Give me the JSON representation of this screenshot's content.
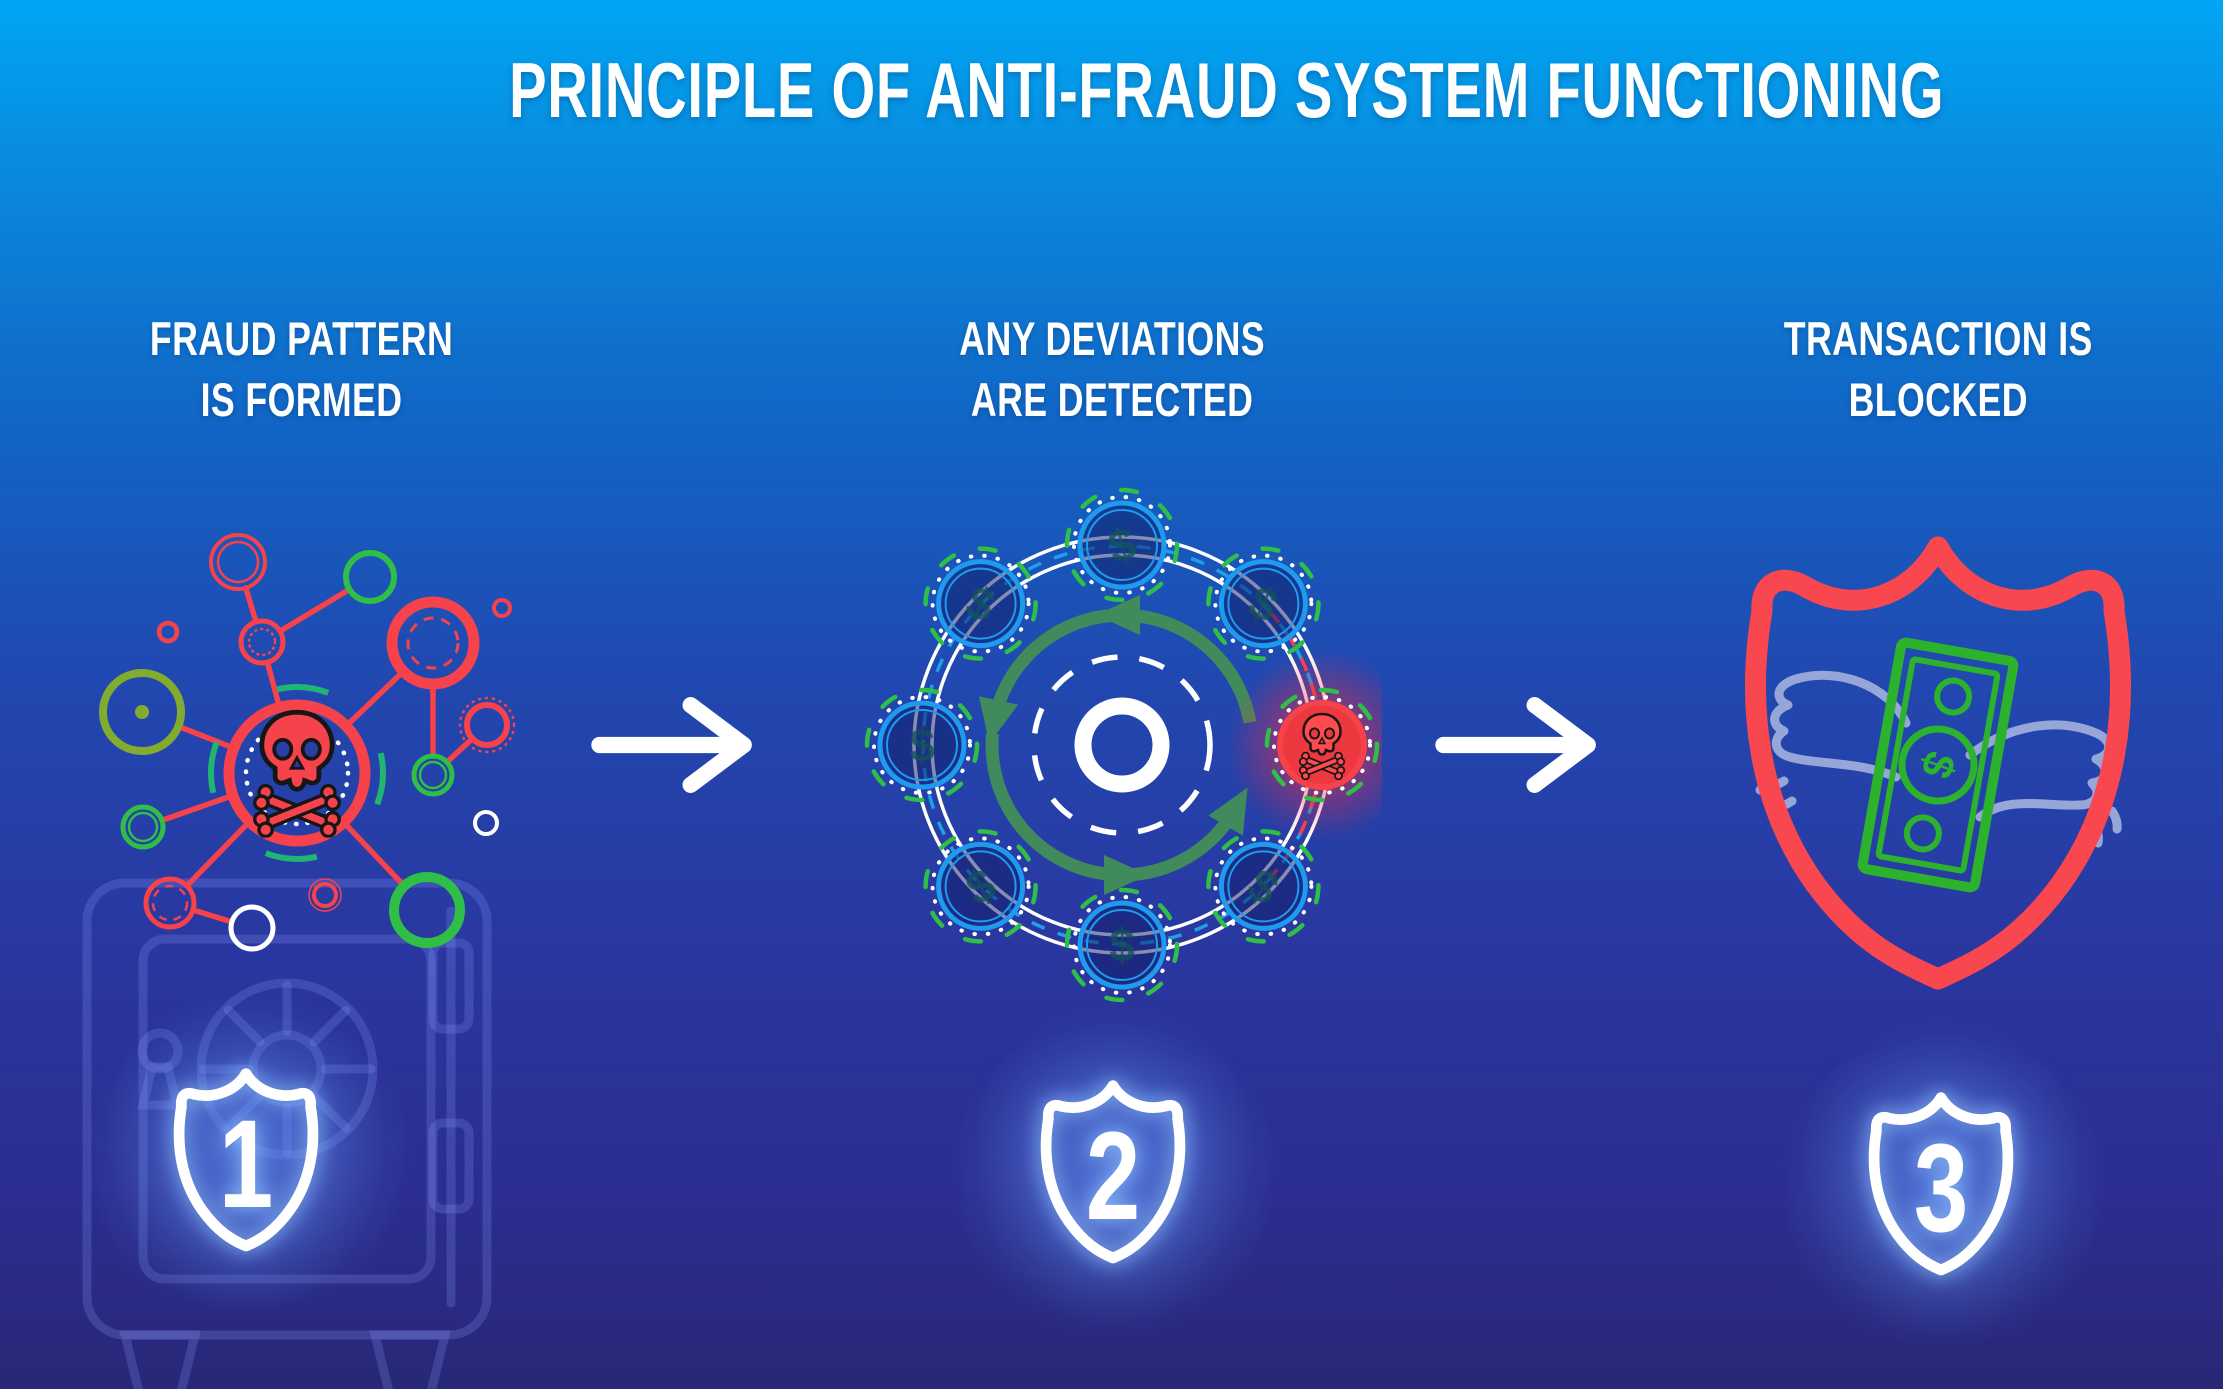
{
  "title": "PRINCIPLE OF ANTI-FRAUD SYSTEM FUNCTIONING",
  "steps": [
    {
      "number": "1",
      "label_line1": "FRAUD PATTERN",
      "label_line2": "IS FORMED",
      "icon": "fraud-network-skull"
    },
    {
      "number": "2",
      "label_line1": "ANY DEVIATIONS",
      "label_line2": "ARE DETECTED",
      "icon": "coin-cycle-with-skull-coin"
    },
    {
      "number": "3",
      "label_line1": "TRANSACTION IS",
      "label_line2": "BLOCKED",
      "icon": "shield-with-winged-money"
    }
  ],
  "symbols": {
    "dollar": "$"
  },
  "icons": [
    "skull-crossbones-icon",
    "dollar-coin-icon",
    "cycle-arrows-icon",
    "shield-icon",
    "winged-banknote-icon",
    "safe-vault-icon",
    "arrow-right-icon"
  ],
  "colors": {
    "bg_top": "#00a6f4",
    "bg_bottom": "#282876",
    "red": "#f5424b",
    "green": "#2fbe46",
    "olive": "#82ac30",
    "coin_blue": "#1e9aef",
    "cycle_green": "#418a5c",
    "bill_green": "#2db22d",
    "wing_lavender": "#97a6d9",
    "white": "#ffffff"
  }
}
